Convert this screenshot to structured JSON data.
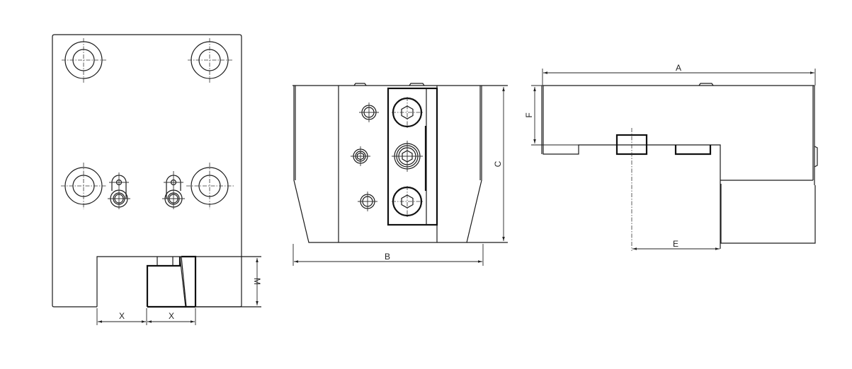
{
  "drawing": {
    "type": "technical-drawing",
    "views": [
      {
        "id": "front-view",
        "description": "plate with four counterbored holes and two slotted holes, adapter block at bottom"
      },
      {
        "id": "side-view",
        "description": "tapered block with clamp strip and three socket-head screws"
      },
      {
        "id": "top-view",
        "description": "L-shaped profile with slot and keys"
      }
    ],
    "dimensions": {
      "front": {
        "x1": "X",
        "x2": "X",
        "m": "M"
      },
      "side": {
        "b": "B",
        "c": "C"
      },
      "top": {
        "a": "A",
        "e": "E",
        "f": "F"
      }
    },
    "colors": {
      "line": "#1a1a1a",
      "background": "#ffffff"
    }
  }
}
